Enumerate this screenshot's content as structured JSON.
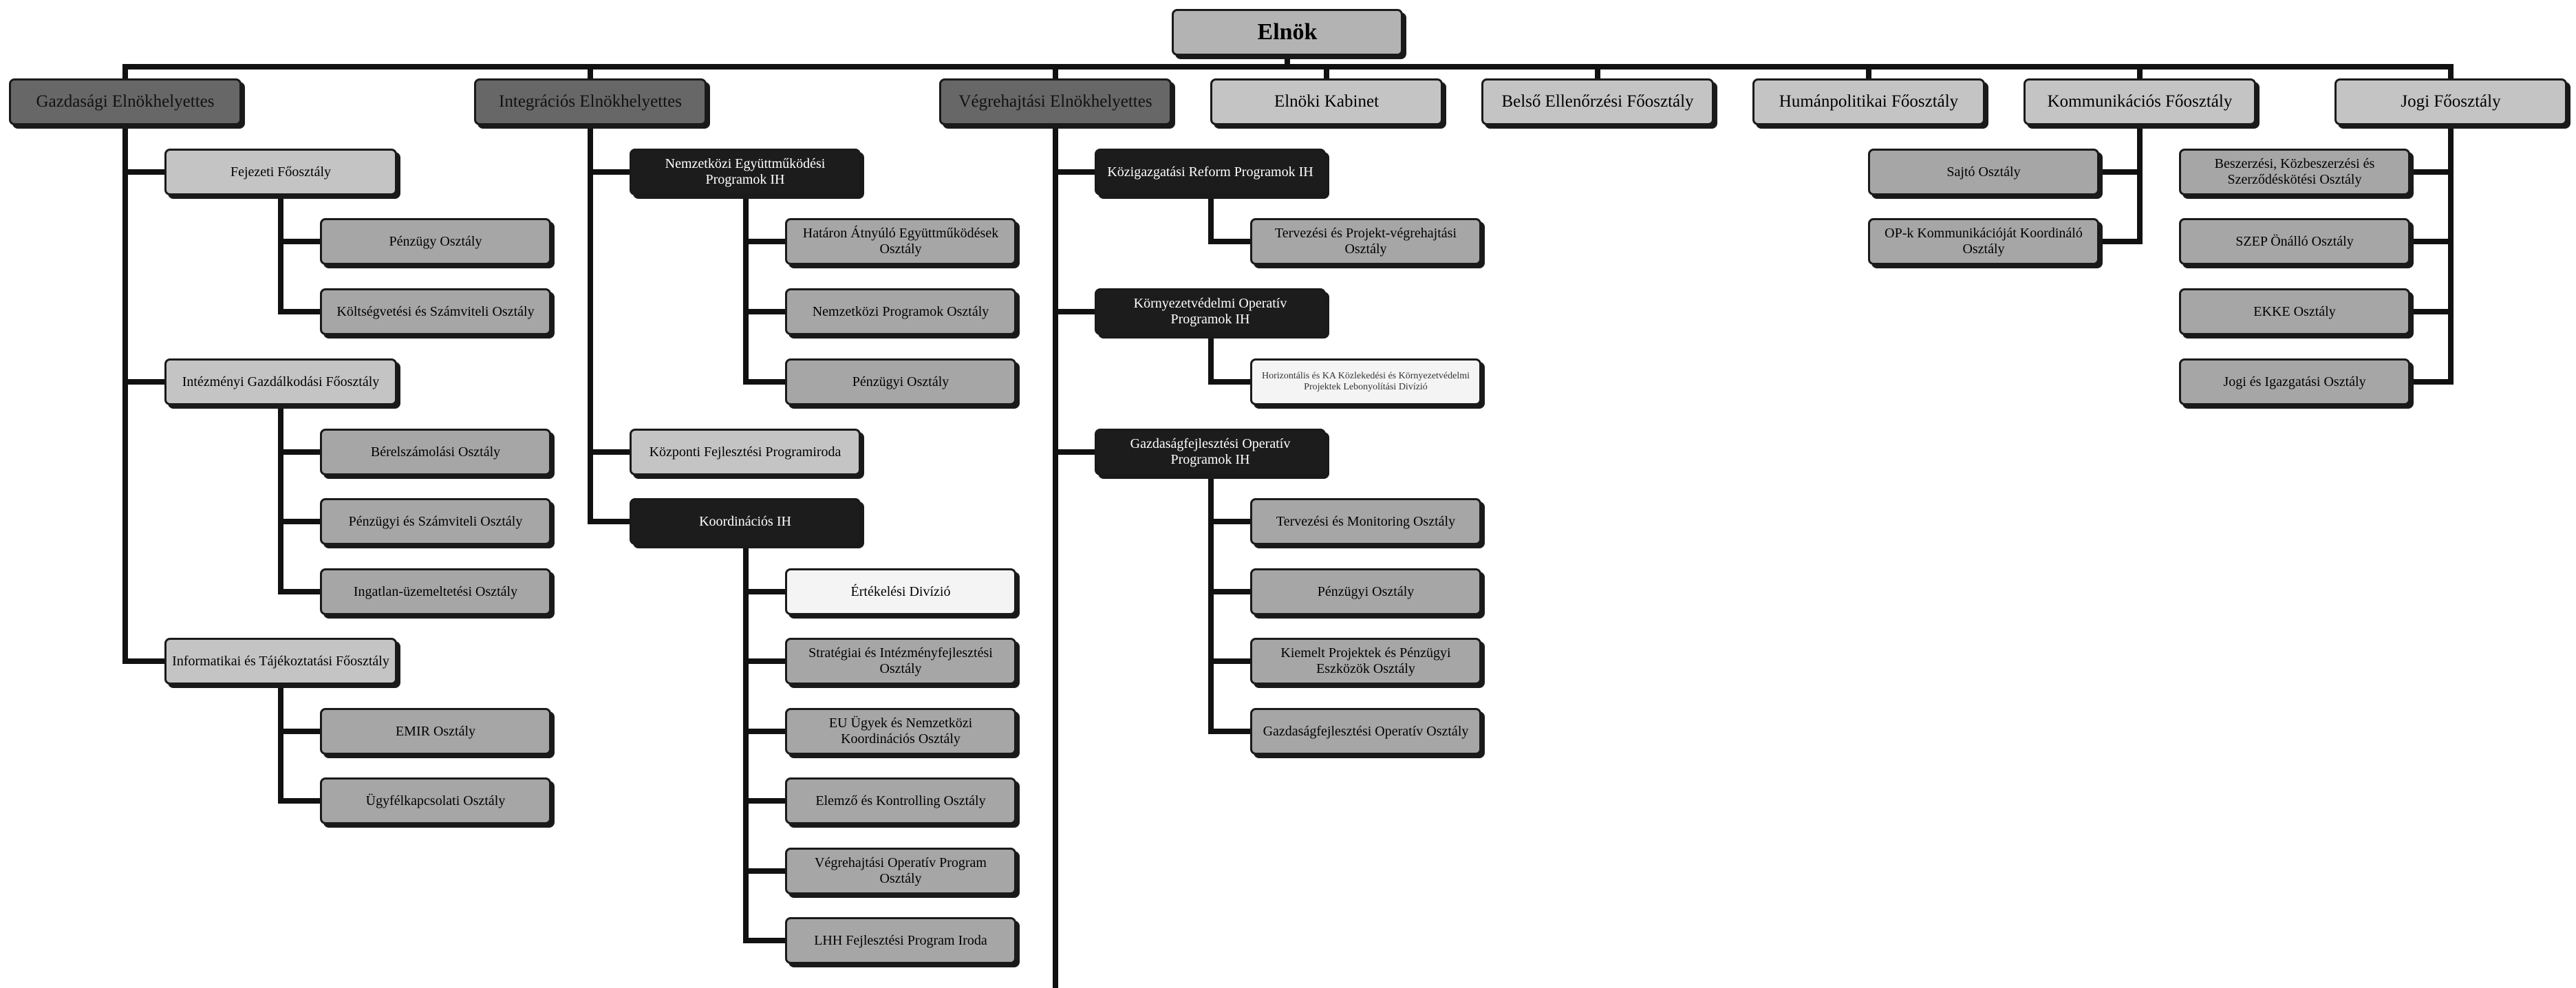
{
  "colors": {
    "line": "#111111",
    "root_fill": "#b3b3b3",
    "deputy_fill": "#676767",
    "light_fill": "#c4c4c4",
    "mid_fill": "#a6a6a6",
    "dark_fill": "#1c1c1c",
    "white_fill": "#f4f4f4"
  },
  "org": {
    "root": "Elnök",
    "deputies": {
      "gazdasagi": "Gazdasági Elnökhelyettes",
      "integracios": "Integrációs Elnökhelyettes",
      "vegrehajtasi": "Végrehajtási Elnökhelyettes"
    },
    "top_units": {
      "kabinet": "Elnöki Kabinet",
      "belso": "Belső Ellenőrzési Főosztály",
      "human": "Humánpolitikai Főosztály",
      "kommunikacios": "Kommunikációs Főosztály",
      "jogi": "Jogi Főosztály"
    },
    "gazdasagi": {
      "fejezeti": "Fejezeti Főosztály",
      "penzugy": "Pénzügy Osztály",
      "koltsegvetesi": "Költségvetési és Számviteli Osztály",
      "intezmenyi": "Intézményi Gazdálkodási Főosztály",
      "berelszamolasi": "Bérelszámolási Osztály",
      "penzugyi_szamviteli": "Pénzügyi és Számviteli Osztály",
      "ingatlan": "Ingatlan-üzemeltetési Osztály",
      "informatikai": "Informatikai és Tájékoztatási Főosztály",
      "emir": "EMIR Osztály",
      "ugyfel": "Ügyfélkapcsolati Osztály"
    },
    "integracios": {
      "nemzetkozi_ih": "Nemzetközi Együttműködési Programok IH",
      "hataron": "Határon Átnyúló Együttműködések Osztály",
      "nemzetkozi_programok": "Nemzetközi Programok Osztály",
      "penzugyi": "Pénzügyi Osztály",
      "kozponti": "Központi Fejlesztési Programiroda",
      "koordinacios_ih": "Koordinációs IH",
      "ertekelesi": "Értékelési Divízió",
      "strategiai": "Stratégiai és Intézményfejlesztési Osztály",
      "eu_ugyek": "EU Ügyek és Nemzetközi Koordinációs Osztály",
      "elemzo": "Elemző és Kontrolling Osztály",
      "vop": "Végrehajtási Operatív Program Osztály",
      "lhh": "LHH Fejlesztési Program Iroda"
    },
    "vegrehajtasi": {
      "kozigazgatasi_ih": "Közigazgatási Reform Programok IH",
      "tervezesi_projekt": "Tervezési és Projekt-végrehajtási Osztály",
      "kornyezet_ih": "Környezetvédelmi Operatív Programok IH",
      "horizontalis": "Horizontális és KA Közlekedési és Környezetvédelmi Projektek Lebonyolítási Divízió",
      "gazdasagfejl_ih": "Gazdaságfejlesztési Operatív Programok IH",
      "tervezesi_monitoring": "Tervezési és Monitoring Osztály",
      "penzugyi": "Pénzügyi Osztály",
      "kiemelt": "Kiemelt Projektek és Pénzügyi Eszközök Osztály",
      "gop_osztaly": "Gazdaságfejlesztési Operatív Osztály"
    },
    "kommunikacios": {
      "sajto": "Sajtó Osztály",
      "op_k": "OP-k Kommunikációját Koordináló Osztály"
    },
    "jogi": {
      "beszerzesi": "Beszerzési, Közbeszerzési és Szerződéskötési Osztály",
      "szep": "SZEP Önálló Osztály",
      "ekke": "EKKE Osztály",
      "jogi_igazgatasi": "Jogi és Igazgatási Osztály"
    }
  }
}
